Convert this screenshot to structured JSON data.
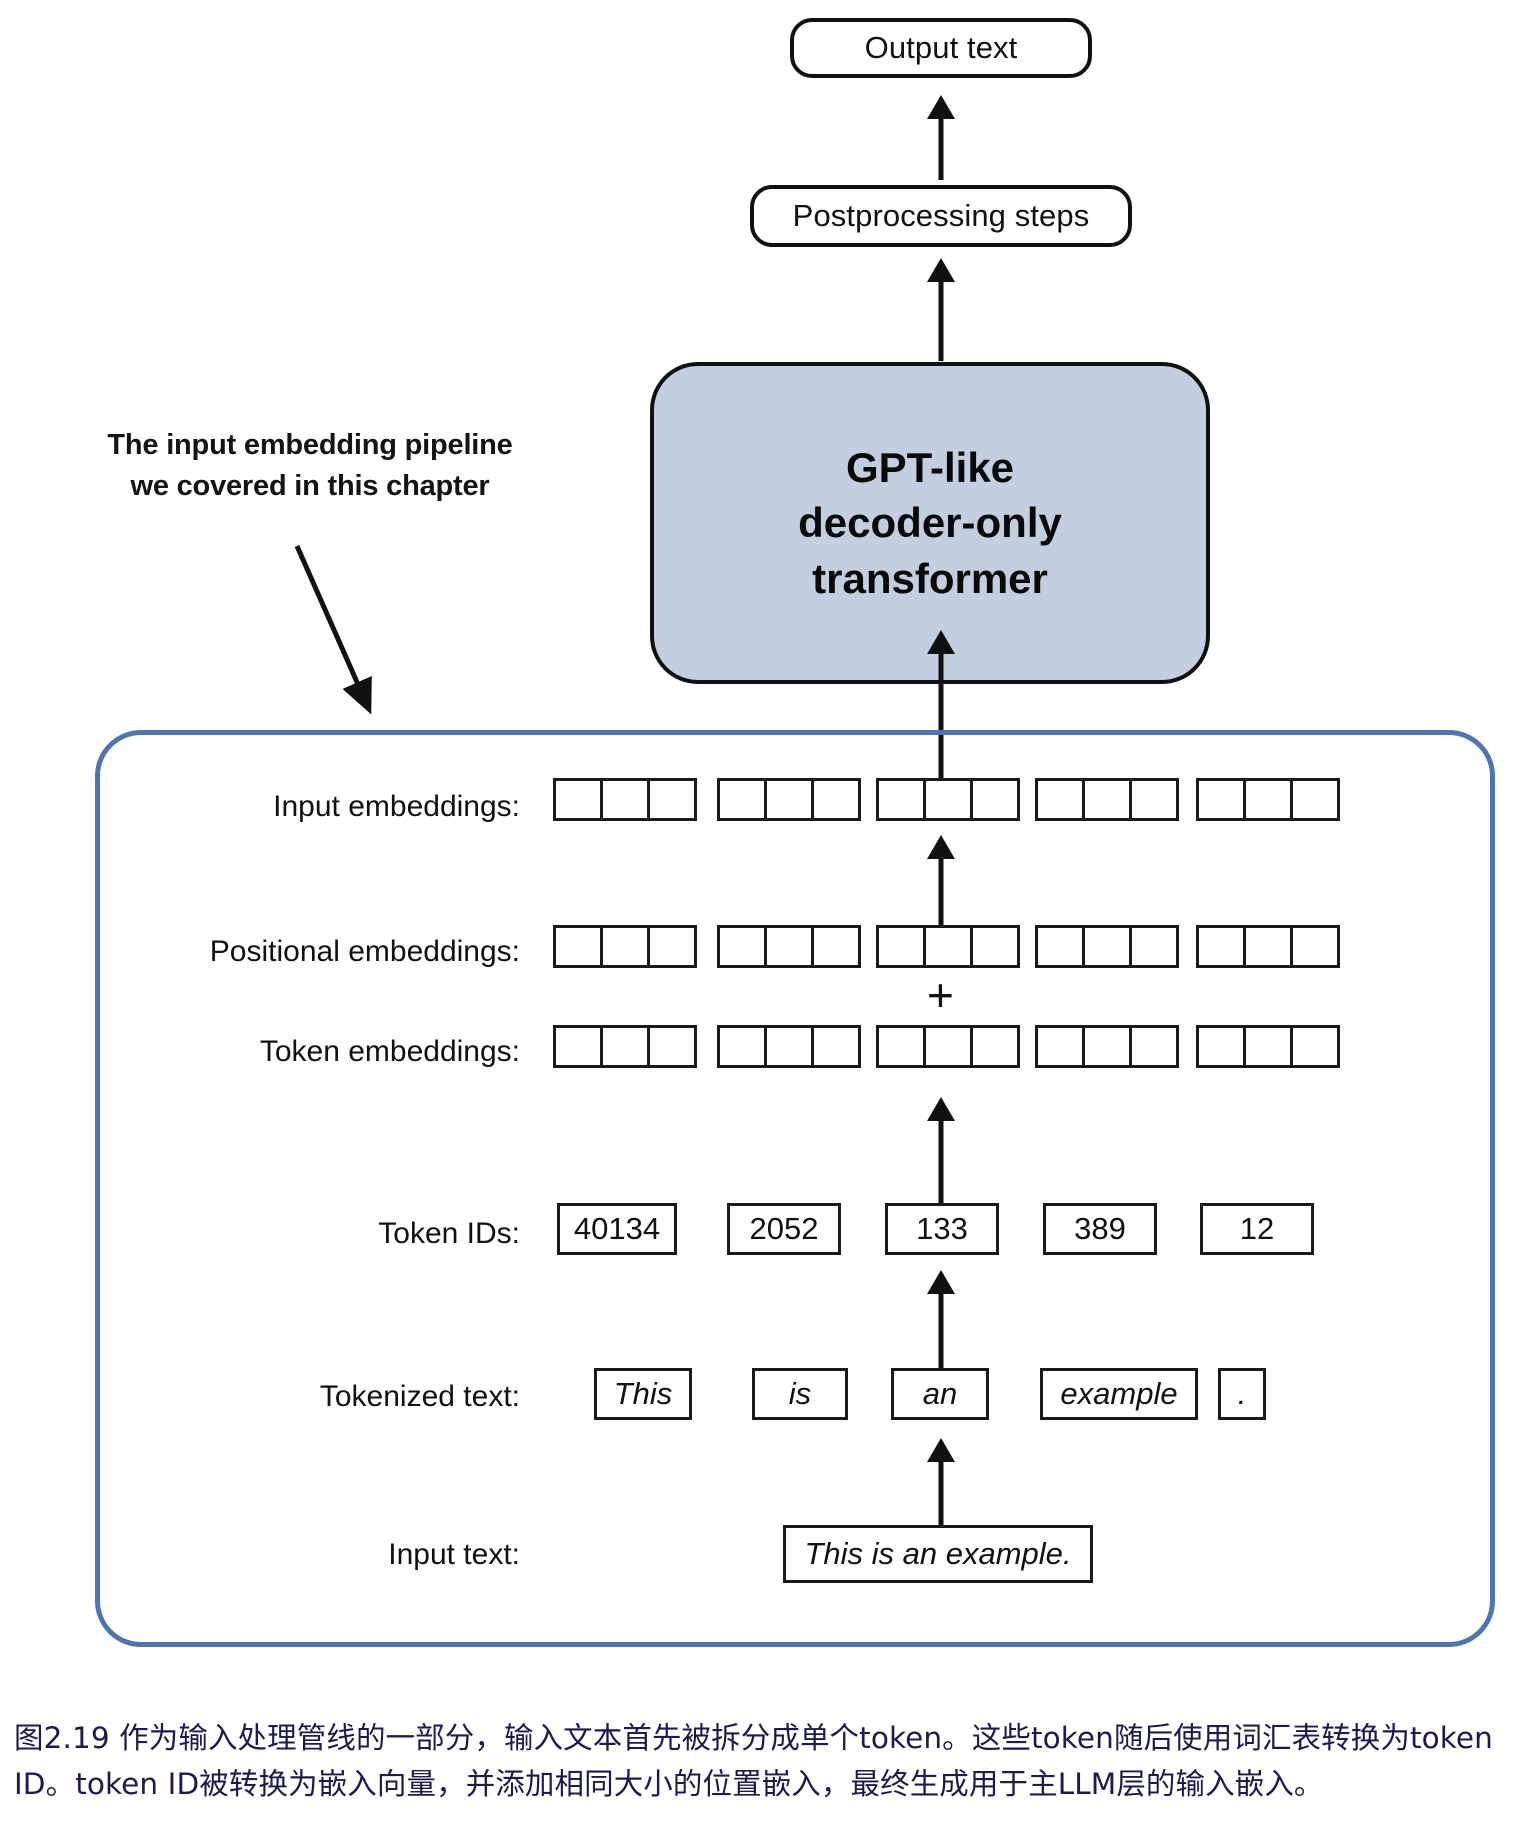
{
  "figure": {
    "title_boxes": {
      "output_text": "Output text",
      "postprocessing": "Postprocessing steps",
      "model": "GPT-like\ndecoder-only\ntransformer",
      "model_line1": "GPT-like",
      "model_line2": "decoder-only",
      "model_line3": "transformer"
    },
    "annotation": {
      "line1": "The input embedding pipeline",
      "line2": "we covered in this chapter"
    },
    "rows": [
      {
        "label": "Input embeddings:",
        "kind": "cells",
        "groups": 5,
        "cells_per_group": 3
      },
      {
        "label": "Positional embeddings:",
        "kind": "cells",
        "groups": 5,
        "cells_per_group": 3
      },
      {
        "label": "Token embeddings:",
        "kind": "cells",
        "groups": 5,
        "cells_per_group": 3
      },
      {
        "label": "Token IDs:",
        "kind": "values",
        "values": [
          "40134",
          "2052",
          "133",
          "389",
          "12"
        ]
      },
      {
        "label": "Tokenized text:",
        "kind": "values",
        "values": [
          "This",
          "is",
          "an",
          "example",
          "."
        ]
      },
      {
        "label": "Input text:",
        "kind": "values",
        "values": [
          "This is an example."
        ]
      }
    ],
    "labels": {
      "input_embeddings": "Input embeddings:",
      "positional_embeddings": "Positional embeddings:",
      "token_embeddings": "Token embeddings:",
      "token_ids": "Token IDs:",
      "tokenized_text": "Tokenized text:",
      "input_text": "Input text:"
    },
    "token_ids": [
      "40134",
      "2052",
      "133",
      "389",
      "12"
    ],
    "tokens": [
      "This",
      "is",
      "an",
      "example",
      "."
    ],
    "input_text_value": "This is an example.",
    "plus_symbol": "+",
    "caption": "图2.19 作为输入处理管线的一部分，输入文本首先被拆分成单个token。这些token随后使用词汇表转换为token ID。token ID被转换为嵌入向量，并添加相同大小的位置嵌入，最终生成用于主LLM层的输入嵌入。",
    "colors": {
      "model_fill": "#c3cfe1",
      "frame_border": "#4f75ae",
      "stroke": "#111111",
      "caption_text": "#1b1b4d"
    }
  }
}
